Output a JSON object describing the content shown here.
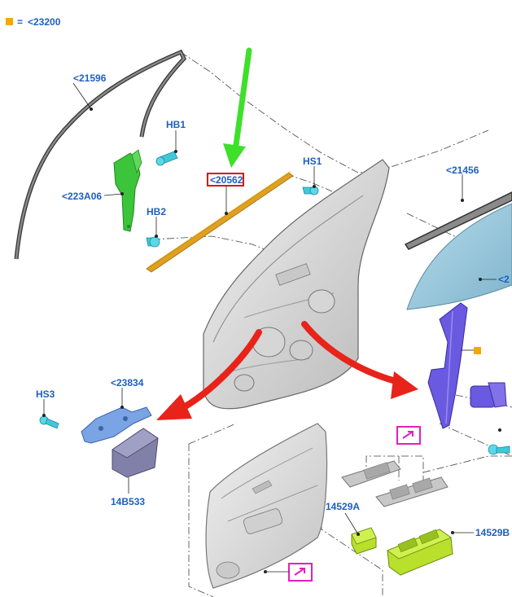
{
  "legend": {
    "swatch_color": "#f5a800",
    "equals": "=",
    "code": "<23200"
  },
  "labels": {
    "glass_run_front": "<21596",
    "bracket_green": "<223A06",
    "bolt_hb1": "HB1",
    "bolt_hb2": "HB2",
    "weatherstrip": "<20562",
    "screw_hs1": "HS1",
    "glass_run_rear": "<21456",
    "glass": "<2",
    "bolt_hs3": "HS3",
    "bracket_blue": "<23834",
    "module": "14B533",
    "switch_a": "14529A",
    "switch_b": "14529B"
  },
  "colors": {
    "label_text": "#1e5fc0",
    "highlight_box": "#e01010",
    "green_arrow": "#3ee02a",
    "red_arrow": "#e8231a",
    "magenta_box": "#e020c0",
    "bracket_green": "#3cc43a",
    "regulator_purple": "#6a5ae0",
    "glass_blue": "#8fc4dc",
    "switch_green": "#b8e02c",
    "module_purple": "#8080a8",
    "bolt_cyan": "#40c8d8",
    "strip_orange": "#e0a020"
  },
  "icons": [
    "legend-swatch-icon",
    "link-icon",
    "green-arrow-icon",
    "red-arrow-icon"
  ]
}
